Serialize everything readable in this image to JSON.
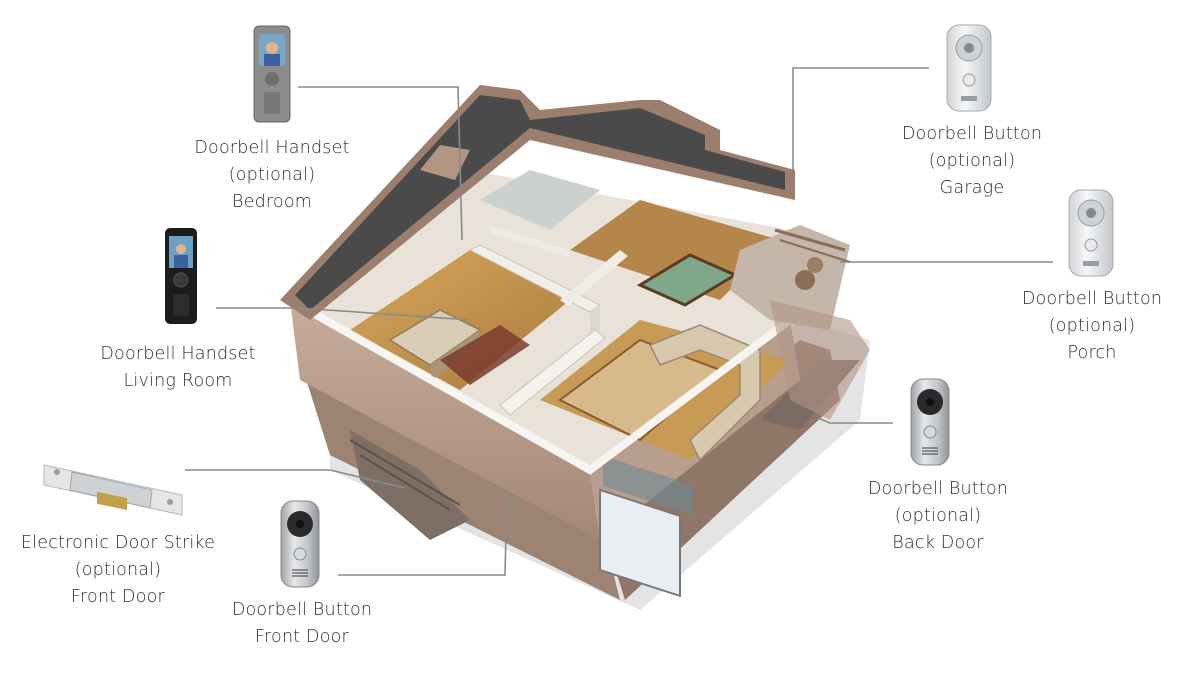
{
  "callouts": {
    "handset_bedroom": {
      "lines": [
        "Doorbell Handset",
        "(optional)",
        "Bedroom"
      ]
    },
    "handset_living": {
      "lines": [
        "Doorbell Handset",
        "Living Room"
      ]
    },
    "door_strike": {
      "lines": [
        "Electronic Door Strike",
        "(optional)",
        "Front Door"
      ]
    },
    "button_front": {
      "lines": [
        "Doorbell Button",
        "Front Door"
      ]
    },
    "button_back": {
      "lines": [
        "Doorbell Button",
        "(optional)",
        "Back Door"
      ]
    },
    "button_porch": {
      "lines": [
        "Doorbell Button",
        "(optional)",
        "Porch"
      ]
    },
    "button_garage": {
      "lines": [
        "Doorbell Button",
        "(optional)",
        "Garage"
      ]
    }
  },
  "icons": {
    "handset_bedroom": "wireless-handset-icon",
    "handset_living": "wireless-handset-icon",
    "door_strike": "door-strike-icon",
    "doorbell_button": "doorbell-camera-button-icon"
  },
  "colors": {
    "leader_line": "#8a8a8a",
    "label_text": "#2e2e2e",
    "roof": "#4a4a4a",
    "outer_wall": "#b79b8a",
    "floor_wood": "#b88a4a",
    "button_silver": "#c7cbd0",
    "handset_black": "#1c1c1c"
  }
}
